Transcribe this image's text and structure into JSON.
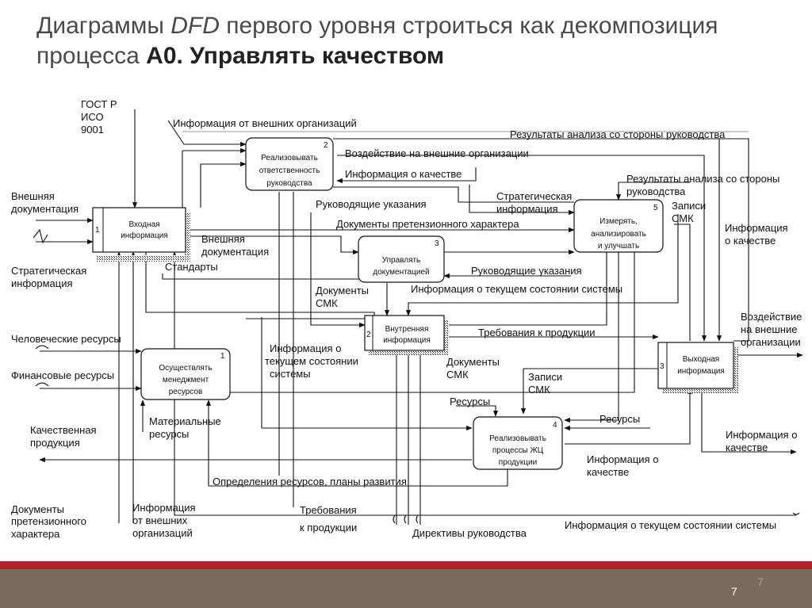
{
  "title": {
    "line1_pre": "Диаграммы ",
    "line1_it": "DFD",
    "line1_post": " первого уровня строиться как декомпозиция",
    "line2_pre": "процесса ",
    "line2_bold": "А0. Управлять качеством"
  },
  "blocks": {
    "b1": {
      "num": "1",
      "l1": "Входная",
      "l2": "информация"
    },
    "b2": {
      "num": "2",
      "l1": "Реализовывать",
      "l2": "ответственность",
      "l3": "руководства"
    },
    "b3": {
      "num": "3",
      "l1": "Управлять",
      "l2": "документацией"
    },
    "b4": {
      "num": "2",
      "l1": "Внутренняя",
      "l2": "информация"
    },
    "b5": {
      "num": "5",
      "l1": "Измерять,",
      "l2": "анализировать",
      "l3": "и улучшать"
    },
    "b6": {
      "num": "1",
      "l1": "Осуществлять",
      "l2": "менеджмент",
      "l3": "ресурсов"
    },
    "b7": {
      "num": "3",
      "l1": "Выходная",
      "l2": "информация"
    },
    "b8": {
      "num": "4",
      "l1": "Реализовывать",
      "l2": "процессы ЖЦ",
      "l3": "продукции"
    }
  },
  "labels": {
    "gost1": "ГОСТ Р",
    "gost2": "ИСО",
    "gost3": "9001",
    "info_ext": "Информация от внешних организаций",
    "res_mgmt": "Результаты анализа со стороны руководства",
    "impact_ext": "Воздействие на внешние организации",
    "info_quality": "Информация о качестве",
    "res_mgmt2a": "Результаты анализа со стороны",
    "res_mgmt2b": "руководства",
    "ext_doc1": "Внешняя",
    "ext_doc2": "документация",
    "guide": "Руководящие указания",
    "strat1": "Стратегическая",
    "strat2": "информация",
    "smk_rec1": "Записи",
    "smk_rec2": "СМК",
    "info_q2a": "Информация",
    "info_q2b": "о качестве",
    "claims": "Документы претензионного характера",
    "strat_l1": "Стратегическая",
    "strat_l2": "информация",
    "ext_doc_b1": "Внешняя",
    "ext_doc_b2": "документация",
    "standards": "Стандарты",
    "guide2": "Руководящие указания",
    "docs_smk1": "Документы",
    "docs_smk2": "СМК",
    "cur_state": "Информация о текущем состоянии системы",
    "human": "Человеческие ресурсы",
    "prod_req": "Требования к продукции",
    "impact_r1": "Воздействие",
    "impact_r2": "на внешние",
    "impact_r3": "организации",
    "cur_state2a": "Информация о",
    "cur_state2b": "текущем состоянии",
    "cur_state2c": "системы",
    "docs_smk3": "Документы",
    "docs_smk4": "СМК",
    "finance": "Финансовые ресурсы",
    "smk_rec3": "Записи",
    "smk_rec4": "СМК",
    "resources": "Ресурсы",
    "resources2": "Ресурсы",
    "material1": "Материальные",
    "material2": "ресурсы",
    "quality_prod1": "Качественная",
    "quality_prod2": "продукция",
    "info_q3a": "Информация о",
    "info_q3b": "качестве",
    "info_q4a": "Информация о",
    "info_q4b": "качестве",
    "res_plans": "Определения ресурсов, планы развития",
    "claims_l1": "Документы",
    "claims_l2": "претензионного",
    "claims_l3": "характера",
    "info_ext2a": "Информация",
    "info_ext2b": "от внешних",
    "info_ext2c": "организаций",
    "prod_req2a": "Требования",
    "prod_req2b": "к продукции",
    "directives": "Директивы руководства",
    "cur_state3": "Информация о текущем состоянии системы"
  },
  "page_number": "7",
  "page_number_ghost": "7",
  "colors": {
    "accent_bar": "#b0232a",
    "footer": "#7a6a5e",
    "title": "#4a4a4a"
  }
}
